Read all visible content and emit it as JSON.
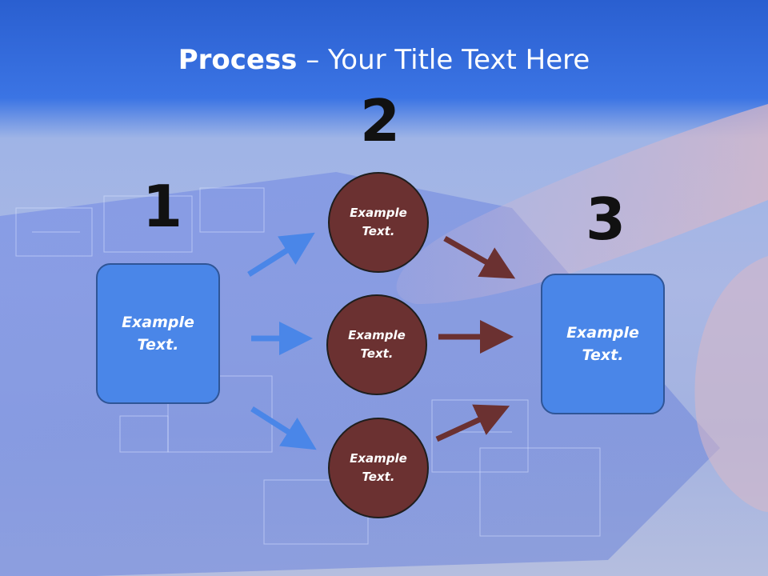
{
  "title": {
    "bold": "Process",
    "rest": " – Your Title Text Here"
  },
  "numbers": [
    "1",
    "2",
    "3"
  ],
  "left_box": {
    "text": "Example Text."
  },
  "circles": [
    {
      "text": "Example Text."
    },
    {
      "text": "Example Text."
    },
    {
      "text": "Example Text."
    }
  ],
  "right_box": {
    "text": "Example Text."
  },
  "colors": {
    "box": "#4a86e8",
    "circle": "#6b3131",
    "blue_arrow": "#4a86e8",
    "brown_arrow": "#6b3131",
    "header": "#2a5fd0"
  }
}
